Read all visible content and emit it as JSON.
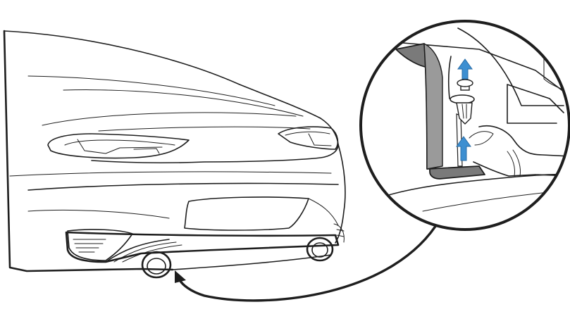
{
  "figure": {
    "type": "installation-diagram",
    "subject": "rear-bumper-lower-panel-removal",
    "detail_callout": "clip-release-detail"
  },
  "colors": {
    "line": "#1e1e1e",
    "background": "#ffffff",
    "arrow_fill": "#3d8fd1",
    "arrow_edge": "#2a6da6",
    "bracket_fill": "#7a7a7a",
    "clip_fill": "#ffffff"
  },
  "icons": {
    "pointer": "curved-arrow-icon",
    "direction": "up-arrow-icon",
    "fastener": "push-clip-icon"
  },
  "directions": {
    "arrows_in_detail": 2,
    "arrow_direction": "up"
  }
}
